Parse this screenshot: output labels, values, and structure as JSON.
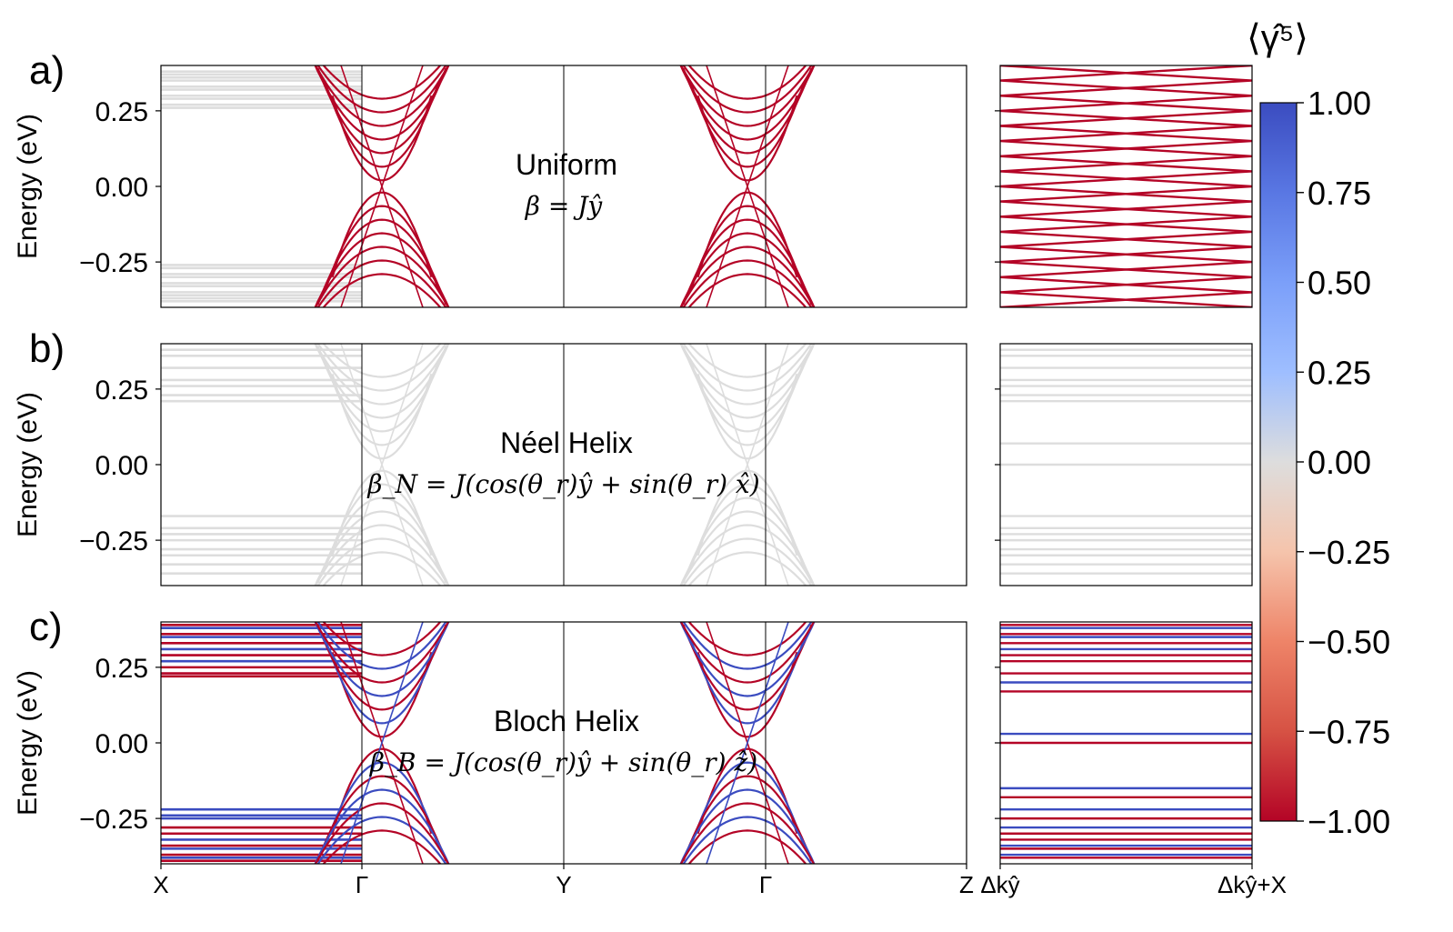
{
  "chart_data": {
    "type": "line",
    "title": "",
    "ylabel": "Energy (eV)",
    "ylim": [
      -0.4,
      0.4
    ],
    "yticks": [
      0.25,
      0.0,
      -0.25
    ],
    "ytick_labels": [
      "0.25",
      "0.00",
      "−0.25"
    ],
    "xticks": [
      "X",
      "Γ",
      "Y",
      "Γ",
      "Z"
    ],
    "side_xticks": [
      "Δkŷ",
      "Δkŷ+X"
    ],
    "colorbar": {
      "label": "⟨γ̂⁵⟩",
      "range": [
        -1.0,
        1.0
      ],
      "ticks": [
        "1.00",
        "0.75",
        "0.50",
        "0.25",
        "0.00",
        "−0.25",
        "−0.50",
        "−0.75",
        "−1.00"
      ],
      "colormap": "coolwarm_r",
      "colors": {
        "positive": "#3b4cc0",
        "zero": "#dddddd",
        "negative": "#b40426"
      }
    },
    "panels": [
      {
        "label": "a)",
        "name": "Uniform",
        "formula": "β = Jŷ",
        "edge_band_energies": [
          0.38,
          0.37,
          0.36,
          0.35,
          0.33,
          0.32,
          0.3,
          0.29,
          0.27,
          0.26,
          -0.26,
          -0.27,
          -0.29,
          -0.3,
          -0.32,
          -0.33,
          -0.35,
          -0.36,
          -0.37,
          -0.38
        ],
        "edge_band_gamma5": 0,
        "dirac_cone_gamma5": -1,
        "side_zigzag_turn_energies": [
          0.4,
          0.35,
          0.3,
          0.25,
          0.2,
          0.15,
          0.1,
          0.05,
          0.0,
          -0.05,
          -0.1,
          -0.15,
          -0.2,
          -0.25,
          -0.3,
          -0.35,
          -0.4
        ],
        "side_gamma5": -1
      },
      {
        "label": "b)",
        "name": "Néel Helix",
        "formula": "β_N = J(cos(θ_r)ŷ + sin(θ_r) x̂)",
        "edge_band_energies": [
          0.38,
          0.36,
          0.32,
          0.28,
          0.26,
          0.23,
          0.21,
          -0.17,
          -0.21,
          -0.23,
          -0.25,
          -0.28,
          -0.3,
          -0.33,
          -0.36
        ],
        "edge_band_gamma5": 0,
        "dirac_cone_gamma5": 0,
        "side_lines": [
          {
            "e": 0.38,
            "g": 0
          },
          {
            "e": 0.36,
            "g": 0
          },
          {
            "e": 0.32,
            "g": 0
          },
          {
            "e": 0.28,
            "g": 0
          },
          {
            "e": 0.26,
            "g": 0
          },
          {
            "e": 0.23,
            "g": 0
          },
          {
            "e": 0.21,
            "g": 0
          },
          {
            "e": 0.07,
            "g": 0
          },
          {
            "e": 0.0,
            "g": 0
          },
          {
            "e": -0.17,
            "g": 0
          },
          {
            "e": -0.21,
            "g": 0
          },
          {
            "e": -0.23,
            "g": 0
          },
          {
            "e": -0.25,
            "g": 0
          },
          {
            "e": -0.28,
            "g": 0
          },
          {
            "e": -0.3,
            "g": 0
          },
          {
            "e": -0.33,
            "g": 0
          },
          {
            "e": -0.36,
            "g": 0
          }
        ]
      },
      {
        "label": "c)",
        "name": "Bloch Helix",
        "formula": "β_B = J(cos(θ_r)ŷ + sin(θ_r) ẑ)",
        "edge_bands": [
          {
            "e": 0.39,
            "g": -1
          },
          {
            "e": 0.38,
            "g": 1
          },
          {
            "e": 0.36,
            "g": -1
          },
          {
            "e": 0.35,
            "g": 1
          },
          {
            "e": 0.33,
            "g": -1
          },
          {
            "e": 0.31,
            "g": 1
          },
          {
            "e": 0.29,
            "g": -1
          },
          {
            "e": 0.27,
            "g": 1
          },
          {
            "e": 0.25,
            "g": -1
          },
          {
            "e": 0.23,
            "g": -1
          },
          {
            "e": 0.22,
            "g": -1
          },
          {
            "e": -0.22,
            "g": 1
          },
          {
            "e": -0.24,
            "g": 1
          },
          {
            "e": -0.25,
            "g": 1
          },
          {
            "e": -0.28,
            "g": -1
          },
          {
            "e": -0.3,
            "g": -1
          },
          {
            "e": -0.32,
            "g": 1
          },
          {
            "e": -0.34,
            "g": -1
          },
          {
            "e": -0.35,
            "g": 1
          },
          {
            "e": -0.37,
            "g": -1
          },
          {
            "e": -0.38,
            "g": 1
          },
          {
            "e": -0.39,
            "g": -1
          }
        ],
        "side_lines": [
          {
            "e": 0.39,
            "g": -1
          },
          {
            "e": 0.38,
            "g": 1
          },
          {
            "e": 0.36,
            "g": -1
          },
          {
            "e": 0.35,
            "g": 1
          },
          {
            "e": 0.33,
            "g": -1
          },
          {
            "e": 0.31,
            "g": 1
          },
          {
            "e": 0.29,
            "g": -1
          },
          {
            "e": 0.27,
            "g": -1
          },
          {
            "e": 0.23,
            "g": -1
          },
          {
            "e": 0.2,
            "g": 1
          },
          {
            "e": 0.17,
            "g": -1
          },
          {
            "e": 0.03,
            "g": 1
          },
          {
            "e": 0.0,
            "g": -1
          },
          {
            "e": -0.15,
            "g": 1
          },
          {
            "e": -0.18,
            "g": -1
          },
          {
            "e": -0.22,
            "g": 1
          },
          {
            "e": -0.25,
            "g": -1
          },
          {
            "e": -0.28,
            "g": 1
          },
          {
            "e": -0.3,
            "g": -1
          },
          {
            "e": -0.32,
            "g": -1
          },
          {
            "e": -0.34,
            "g": 1
          },
          {
            "e": -0.35,
            "g": -1
          },
          {
            "e": -0.37,
            "g": 1
          },
          {
            "e": -0.38,
            "g": -1
          }
        ]
      }
    ]
  }
}
